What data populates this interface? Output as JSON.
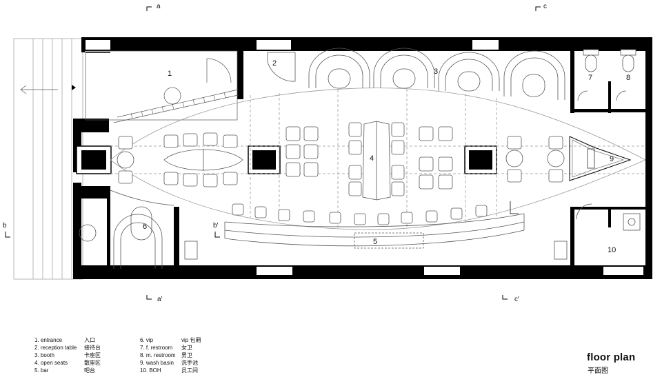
{
  "room_labels": [
    "1",
    "2",
    "3",
    "4",
    "5",
    "6",
    "7",
    "8",
    "9",
    "10"
  ],
  "section_marks": {
    "a": "a",
    "a_prime": "a′",
    "b": "b",
    "b_prime": "b′",
    "c": "c",
    "c_prime": "c′"
  },
  "legend": [
    {
      "en": "1. entrance",
      "zh": "入口"
    },
    {
      "en": "2. reception table",
      "zh": "接待台"
    },
    {
      "en": "3. booth",
      "zh": "卡座区"
    },
    {
      "en": "4. open seats",
      "zh": "散座区"
    },
    {
      "en": "5. bar",
      "zh": "吧台"
    },
    {
      "en": "6. vip",
      "zh": "vip 包厢"
    },
    {
      "en": "7.  f. restroom",
      "zh": "女卫"
    },
    {
      "en": "8.  m. restroom",
      "zh": "男卫"
    },
    {
      "en": "9.  wash basin",
      "zh": "洗手池"
    },
    {
      "en": "10. BOH",
      "zh": "员工间"
    }
  ],
  "title": {
    "en": "floor plan",
    "zh": "平面图"
  }
}
